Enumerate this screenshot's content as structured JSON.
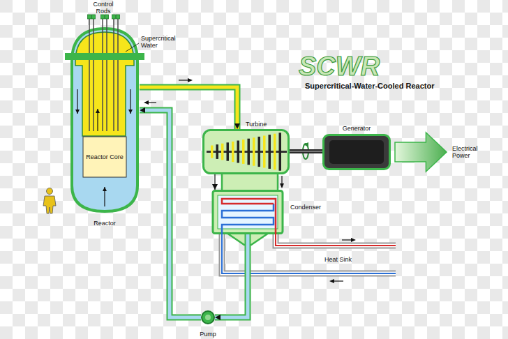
{
  "diagram": {
    "title": "SCWR",
    "nodes": [
      {
        "text": [
          "Reactor"
        ]
      },
      {
        "text": [
          "Reactor Core"
        ],
        "in": 0
      },
      {
        "text": [
          "Turbine"
        ]
      },
      {
        "text": [
          "Generator"
        ]
      },
      {
        "text": [
          "Electrical Power"
        ]
      },
      {
        "text": [
          "Condenser"
        ]
      },
      {
        "text": [
          "Pump"
        ]
      }
    ],
    "edges": [
      {
        "from": 0,
        "to": 2,
        "arrow": "to"
      },
      {
        "from": 2,
        "to": 5,
        "arrow": "to"
      },
      {
        "from": 5,
        "to": 6,
        "arrow": "to"
      },
      {
        "from": 6,
        "to": 0,
        "arrow": "to"
      },
      {
        "from": 2,
        "to": 3,
        "arrow": "none"
      }
    ],
    "labels": [
      "Control Rods",
      "Supercritical Water",
      "Supercritical-Water-Cooled Reactor",
      "Heat Sink"
    ]
  }
}
